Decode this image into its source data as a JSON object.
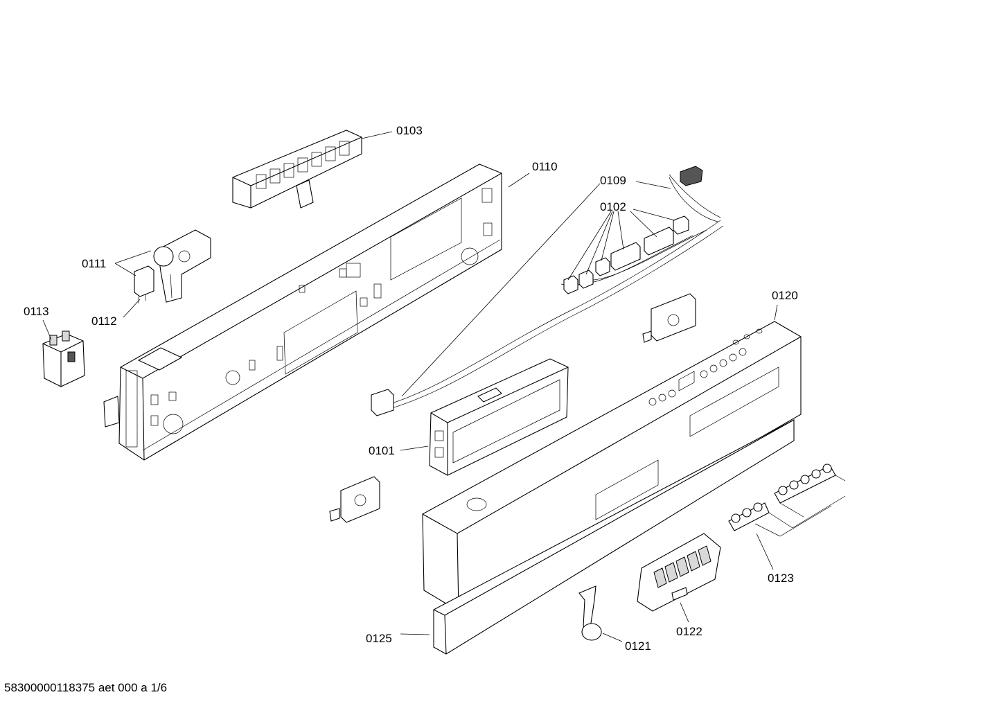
{
  "callouts": {
    "p0101": "0101",
    "p0102": "0102",
    "p0103": "0103",
    "p0109": "0109",
    "p0110": "0110",
    "p0111": "0111",
    "p0112": "0112",
    "p0113": "0113",
    "p0120": "0120",
    "p0121": "0121",
    "p0122": "0122",
    "p0123": "0123",
    "p0125": "0125"
  },
  "footer": "58300000118375 aet 000 a 1/6"
}
